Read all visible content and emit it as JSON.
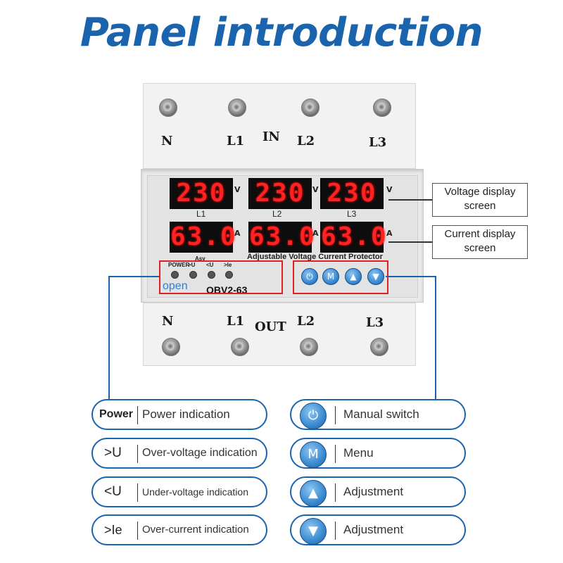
{
  "title": "Panel introduction",
  "device": {
    "top_terminals": [
      "N",
      "L1",
      "IN",
      "L2",
      "L3"
    ],
    "bottom_terminals": [
      "N",
      "L1",
      "OUT",
      "L2",
      "L3"
    ],
    "voltage_readings": [
      "230",
      "230",
      "230"
    ],
    "current_readings": [
      "63.0",
      "63.0",
      "63.0"
    ],
    "voltage_unit": "V",
    "current_unit": "A",
    "channels": [
      "L1",
      "L2",
      "L3"
    ],
    "product_label": "Adjustable Voltage Current Protector",
    "led_labels": [
      "POWER",
      ">U",
      "<U",
      ">Ie"
    ],
    "led_group_label": "Asv",
    "brand": "open",
    "model": "OBV2-63",
    "button_glyphs": [
      "⏻",
      "M",
      "▲",
      "▼"
    ]
  },
  "callouts": {
    "voltage": "Voltage display screen",
    "current": "Current display screen"
  },
  "legend_left": [
    {
      "symbol": "Power",
      "text": "Power indication"
    },
    {
      "symbol": ">U",
      "text": "Over-voltage indication"
    },
    {
      "symbol": "<U",
      "text": "Under-voltage indication"
    },
    {
      "symbol": ">Ie",
      "text": "Over-current indication"
    }
  ],
  "legend_right": [
    {
      "icon": "⏻",
      "text": "Manual switch"
    },
    {
      "icon": "M",
      "text": "Menu"
    },
    {
      "icon": "▲",
      "text": "Adjustment"
    },
    {
      "icon": "▼",
      "text": "Adjustment"
    }
  ],
  "colors": {
    "accent": "#1a63ad",
    "lcd_digit": "#ff2222",
    "highlight": "#e02020"
  }
}
